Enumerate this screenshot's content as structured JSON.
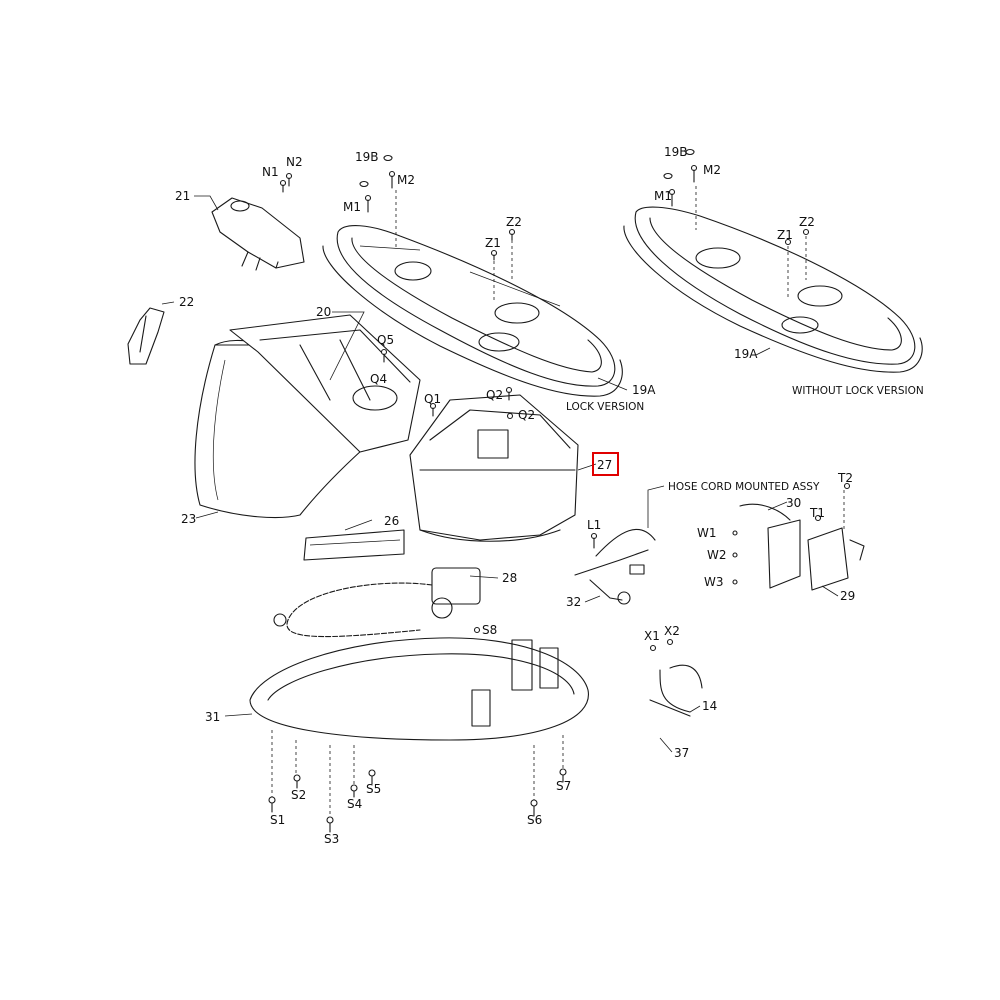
{
  "highlight": {
    "label": "27",
    "color": "#e00000"
  },
  "parts": {
    "p21": "21",
    "p22": "22",
    "p20": "20",
    "p23": "23",
    "p26": "26",
    "p27": "27",
    "p28": "28",
    "p31": "31",
    "p32": "32",
    "p30": "30",
    "p29": "29",
    "p14": "14",
    "p37": "37",
    "p19a_left": "19A",
    "p19a_right": "19A",
    "p19b_left": "19B",
    "p19b_right": "19B"
  },
  "fasteners": {
    "N1": "N1",
    "N2": "N2",
    "M1_left": "M1",
    "M2_left": "M2",
    "M1_right": "M1",
    "M2_right": "M2",
    "Z1_left": "Z1",
    "Z2_left": "Z2",
    "Z1_right": "Z1",
    "Z2_right": "Z2",
    "Q1": "Q1",
    "Q2a": "Q2",
    "Q2b": "Q2",
    "Q4": "Q4",
    "Q5": "Q5",
    "L1": "L1",
    "T1": "T1",
    "T2": "T2",
    "W1": "W1",
    "W2": "W2",
    "W3": "W3",
    "X1": "X1",
    "X2": "X2",
    "S8": "S8",
    "S1": "S1",
    "S2": "S2",
    "S3": "S3",
    "S4": "S4",
    "S5": "S5",
    "S6": "S6",
    "S7": "S7"
  },
  "notes": {
    "lock_version": "LOCK VERSION",
    "without_lock_version": "WITHOUT LOCK VERSION",
    "hose_cord": "HOSE CORD MOUNTED ASSY"
  },
  "icons": [
    "screw-icon",
    "washer-icon"
  ]
}
